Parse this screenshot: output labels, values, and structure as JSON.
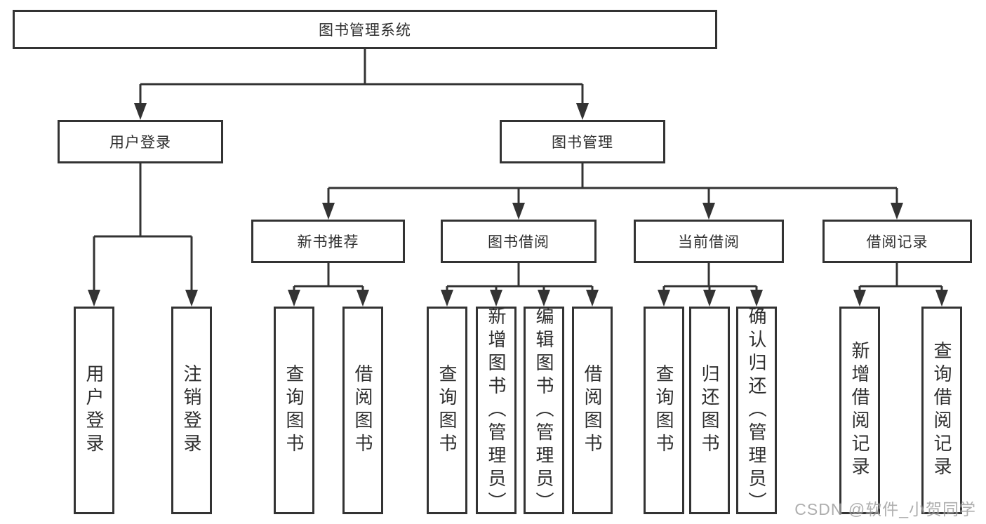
{
  "tree": {
    "root": "图书管理系统",
    "branches": [
      {
        "label": "用户登录",
        "children": [
          "用户登录",
          "注销登录"
        ]
      },
      {
        "label": "图书管理",
        "sections": [
          {
            "label": "新书推荐",
            "children": [
              "查询图书",
              "借阅图书"
            ]
          },
          {
            "label": "图书借阅",
            "children": [
              "查询图书",
              "新增图书（管理员）",
              "编辑图书（管理员）",
              "借阅图书"
            ]
          },
          {
            "label": "当前借阅",
            "children": [
              "查询图书",
              "归还图书",
              "确认归还（管理员）"
            ]
          },
          {
            "label": "借阅记录",
            "children": [
              "新增借阅记录",
              "查询借阅记录"
            ]
          }
        ]
      }
    ]
  },
  "watermark": "CSDN @软件_小贺同学",
  "colors": {
    "line": "#333333",
    "text": "#2e2e2e",
    "background": "#ffffff",
    "watermark": "#9a9a9a"
  }
}
